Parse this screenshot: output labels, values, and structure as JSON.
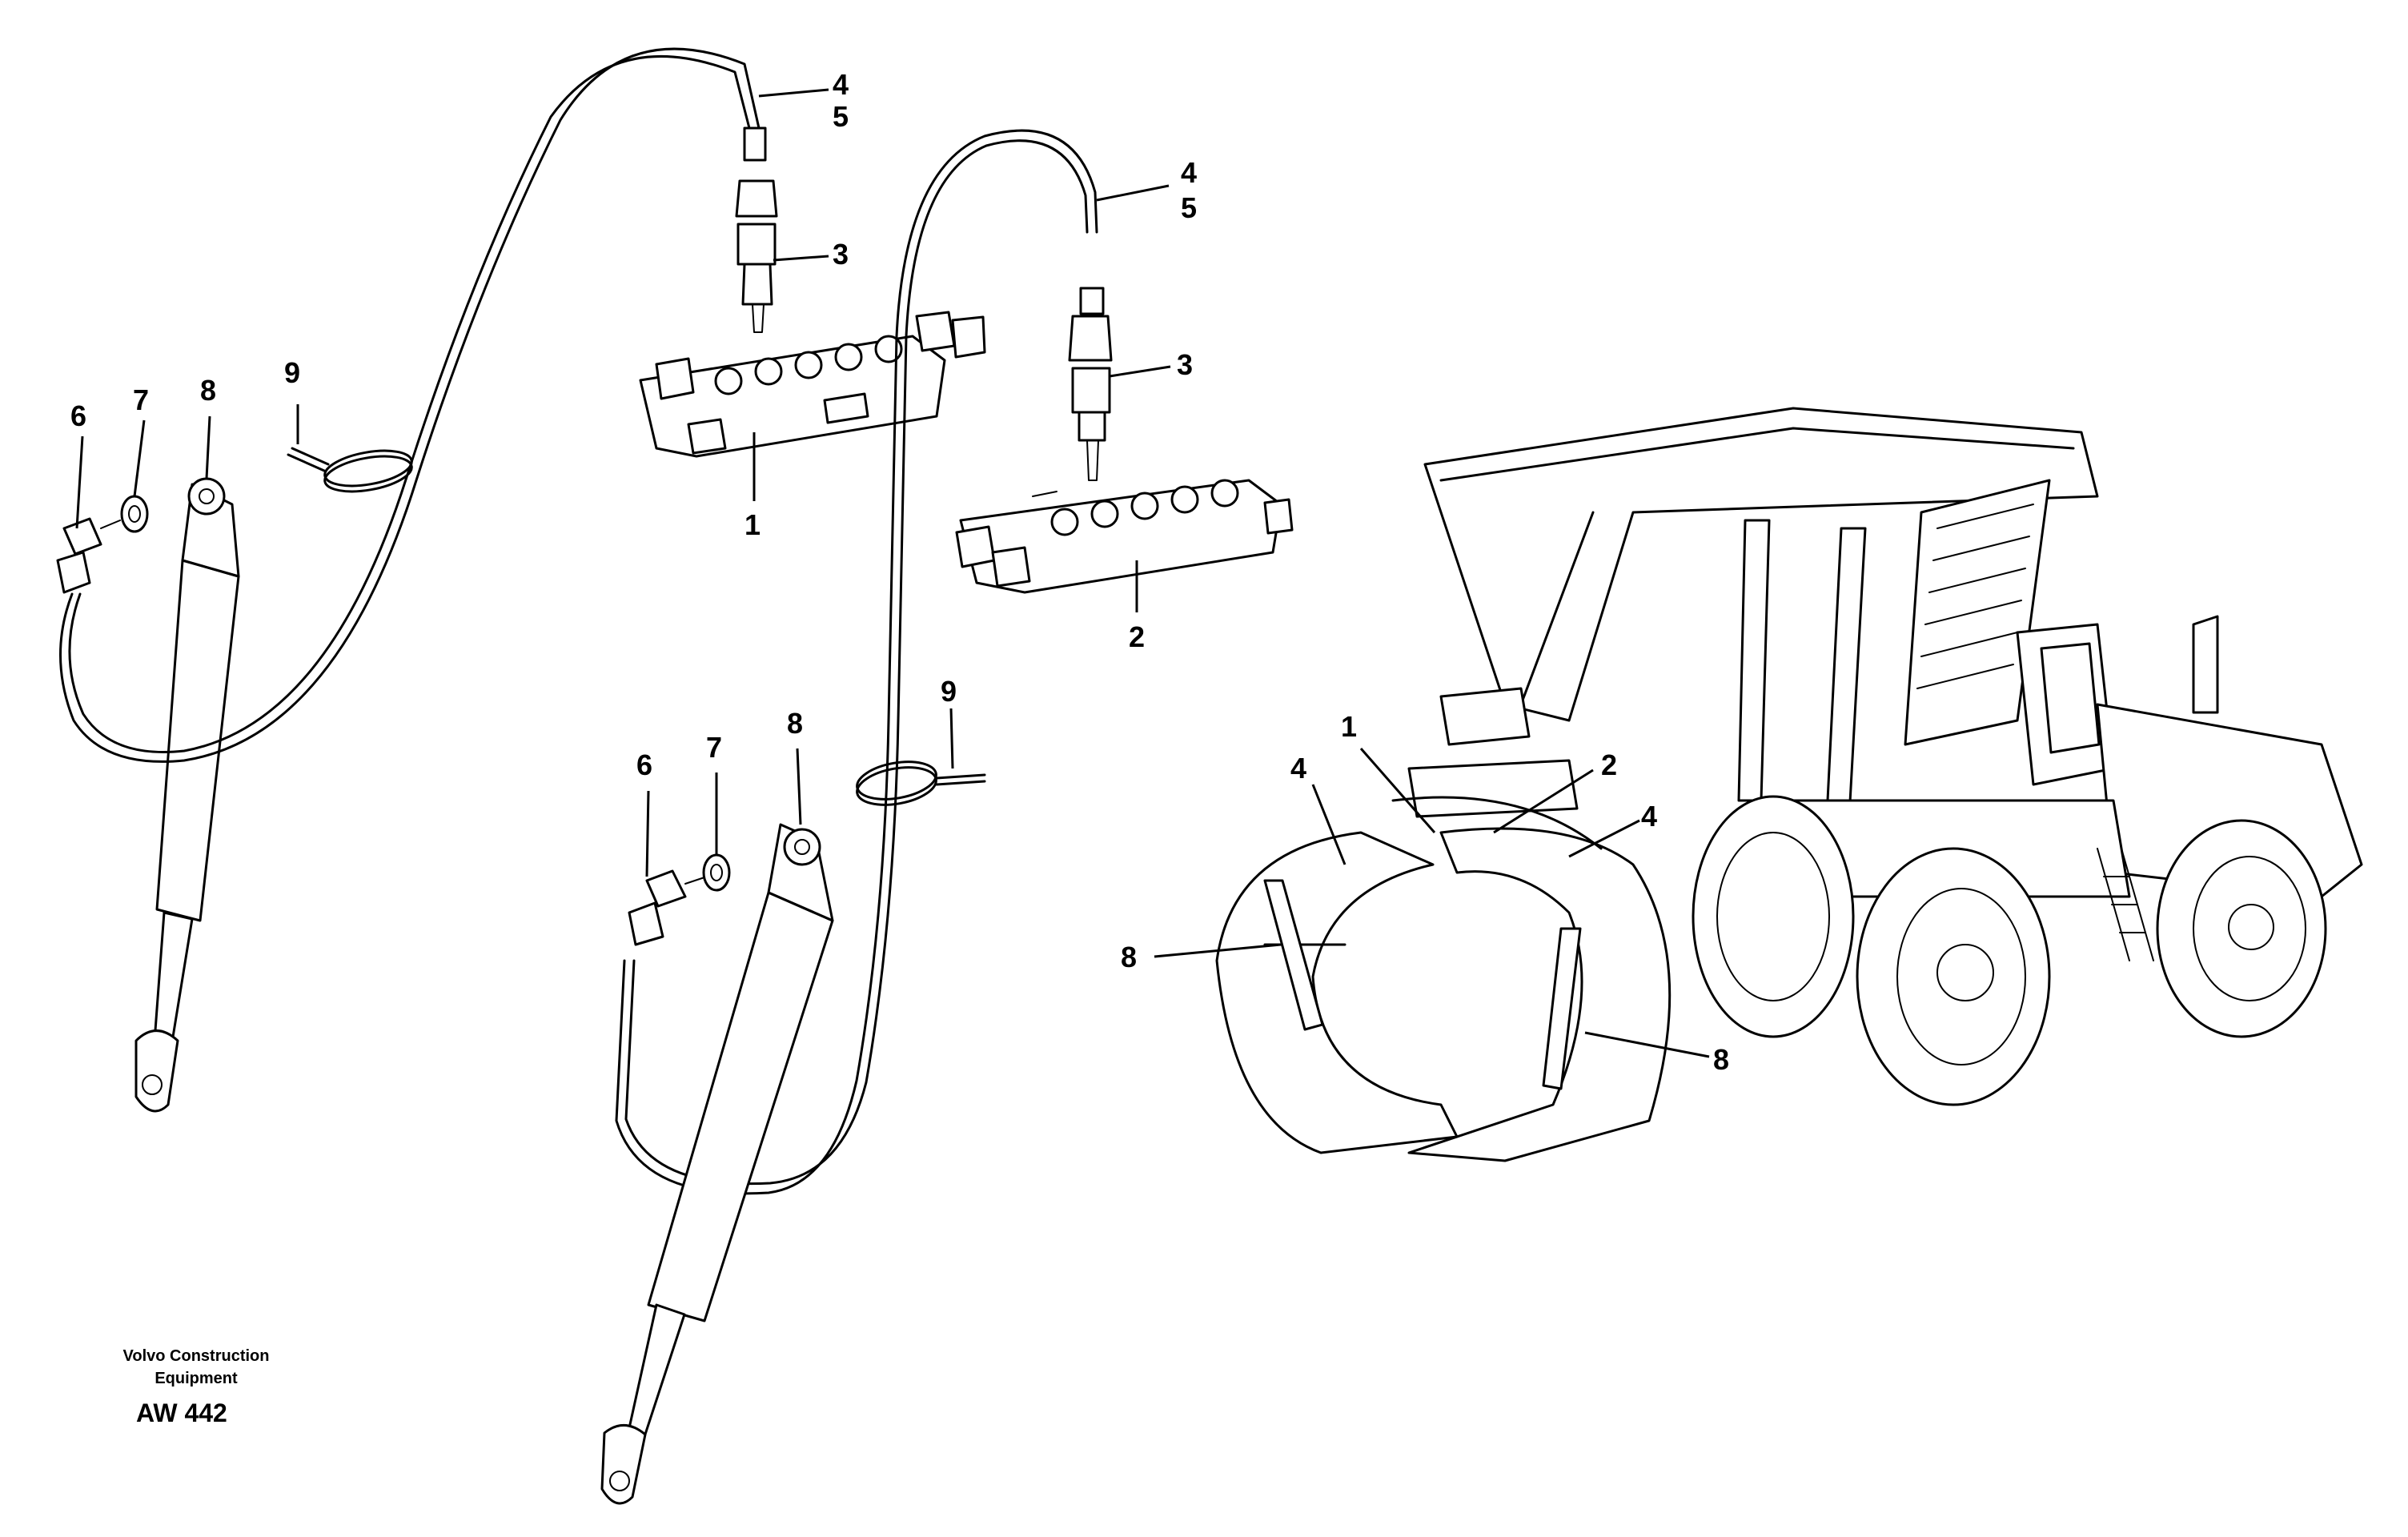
{
  "diagram": {
    "callouts": {
      "hose_top_left_4": "4",
      "hose_top_left_5": "5",
      "hose_top_right_4": "4",
      "hose_top_right_5": "5",
      "fitting_left_3": "3",
      "fitting_right_3": "3",
      "block_left_1": "1",
      "block_right_2": "2",
      "clamp_left_9": "9",
      "clamp_right_9": "9",
      "left_6": "6",
      "left_7": "7",
      "left_8": "8",
      "right_6": "6",
      "right_7": "7",
      "right_8": "8",
      "machine_1": "1",
      "machine_2": "2",
      "machine_4_left": "4",
      "machine_4_right": "4",
      "machine_8_left": "8",
      "machine_8_right": "8"
    },
    "footer": {
      "line1": "Volvo Construction",
      "line2": "Equipment",
      "code": "AW 442"
    }
  }
}
